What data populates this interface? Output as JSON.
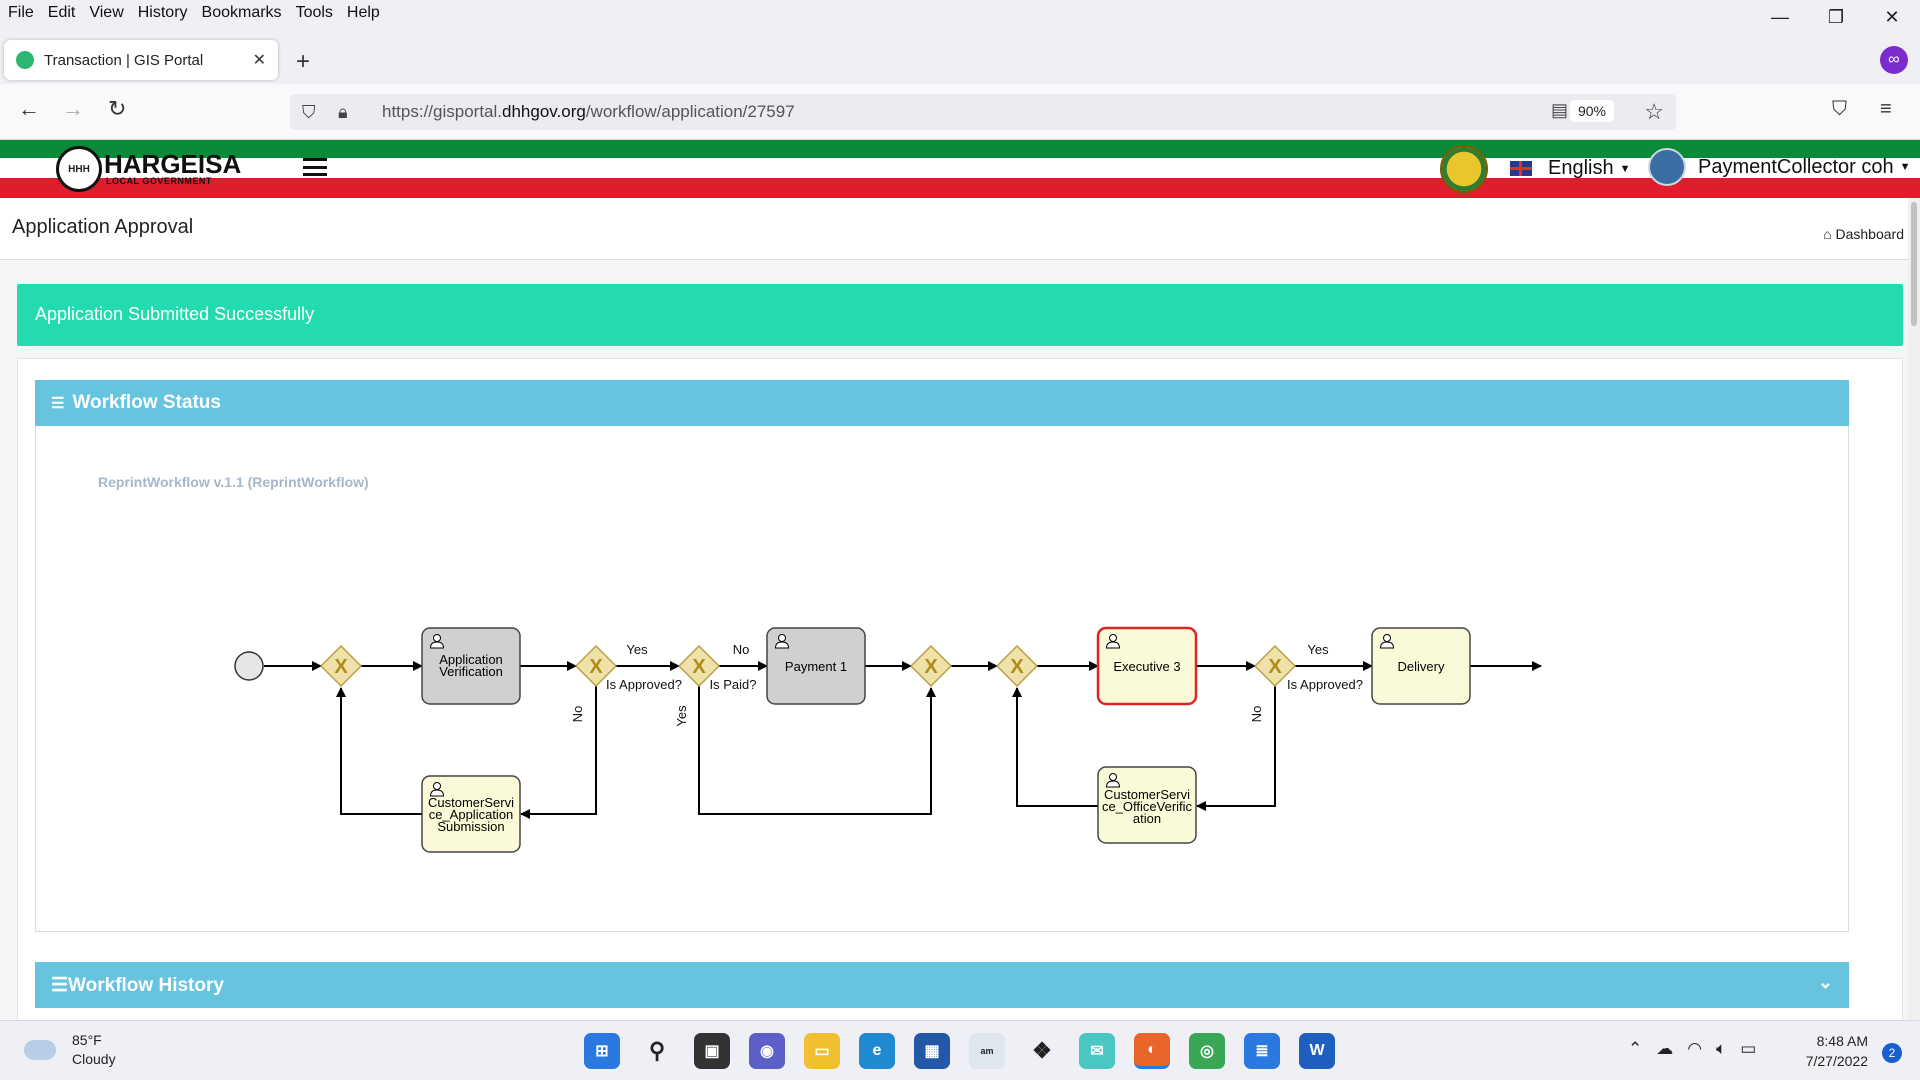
{
  "browser": {
    "menu": [
      "File",
      "Edit",
      "View",
      "History",
      "Bookmarks",
      "Tools",
      "Help"
    ],
    "window_controls": {
      "minimize": "—",
      "restore": "❐",
      "close": "✕"
    },
    "tab": {
      "title": "Transaction | GIS Portal",
      "close": "✕"
    },
    "new_tab": "+",
    "url_prefix": "https://gisportal.",
    "url_host": "dhhgov.org",
    "url_path": "/workflow/application/27597",
    "zoom": "90%"
  },
  "site": {
    "logo_text": "HARGEISA",
    "logo_sub": "LOCAL GOVERNMENT",
    "logo_badge": "HHH",
    "language": "English",
    "user": "PaymentCollector coh",
    "colors": {
      "green": "#0b8a3a",
      "red": "#e01d2c",
      "accent": "#67c4df",
      "success": "#23dbae"
    }
  },
  "page": {
    "title": "Application Approval",
    "breadcrumb": "Dashboard",
    "alert": "Application Submitted Successfully",
    "workflow_status_title": "Workflow Status",
    "workflow_name": "ReprintWorkflow v.1.1 (ReprintWorkflow)",
    "workflow_history_title": "Workflow History"
  },
  "diagram": {
    "tasks": {
      "application_verification": [
        "Application",
        "Verification"
      ],
      "payment": [
        "Payment 1"
      ],
      "executive": [
        "Executive 3"
      ],
      "delivery": [
        "Delivery"
      ],
      "cs_application_submission": [
        "CustomerServi",
        "ce_Application",
        "Submission"
      ],
      "cs_office_verification": [
        "CustomerServi",
        "ce_OfficeVerific",
        "ation"
      ]
    },
    "labels": {
      "yes1": "Yes",
      "is_approved1": "Is Approved?",
      "no1": "No",
      "no2": "No",
      "is_paid": "Is Paid?",
      "yes2": "Yes",
      "yes3": "Yes",
      "is_approved2": "Is Approved?",
      "no3": "No"
    },
    "gateway_symbol": "X",
    "status": {
      "current_task": "Executive 3",
      "current_color": "#e02424",
      "completed_fill": "#d0d0d0",
      "pending_fill": "#fbfad8"
    }
  },
  "taskbar": {
    "weather_temp": "85°F",
    "weather_desc": "Cloudy",
    "time": "8:48 AM",
    "date": "7/27/2022",
    "notifications": "2"
  }
}
